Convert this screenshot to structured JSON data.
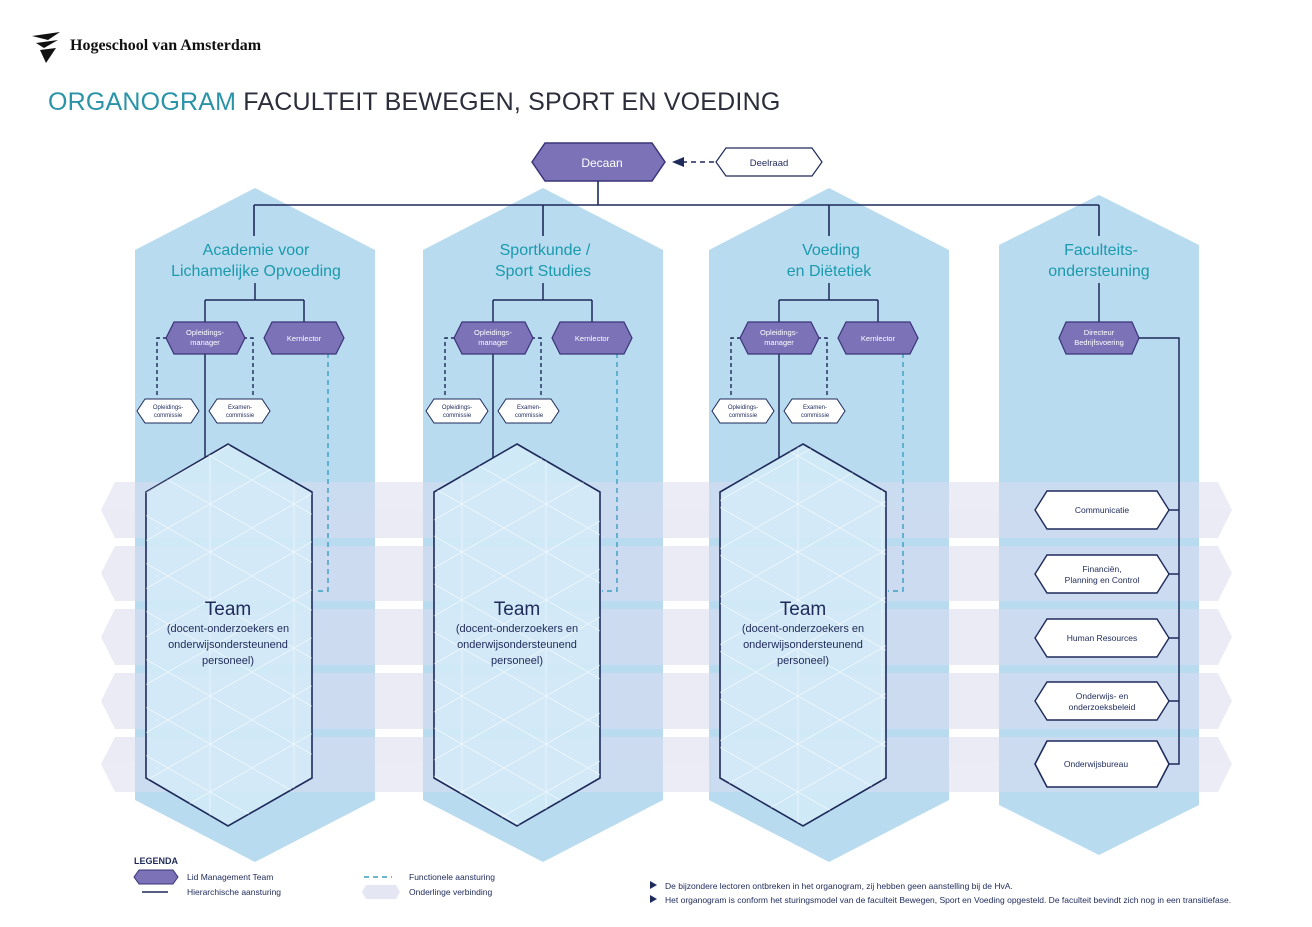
{
  "brand": {
    "name": "Hogeschool van Amsterdam"
  },
  "title": {
    "part1": "ORGANOGRAM",
    "part2": "FACULTEIT BEWEGEN, SPORT EN VOEDING"
  },
  "colors": {
    "accent_teal": "#2a93a8",
    "management": "#7b72b8",
    "column_blue": "#b9dbf0",
    "row_lavender": "#e4e6f3",
    "line_navy": "#1e2a5a",
    "dash_teal": "#3a9fc0"
  },
  "top": {
    "decaan": "Decaan",
    "deelraad": "Deelraad"
  },
  "departments": [
    {
      "title_line1": "Academie voor",
      "title_line2": "Lichamelijke Opvoeding",
      "manager_line1": "Opleidings-",
      "manager_line2": "manager",
      "lector": "Kernlector",
      "commissie1_line1": "Opleidings-",
      "commissie1_line2": "commissie",
      "commissie2_line1": "Examen-",
      "commissie2_line2": "commissie",
      "team_title": "Team",
      "team_line1": "(docent-onderzoekers en",
      "team_line2": "onderwijsondersteunend",
      "team_line3": "personeel)"
    },
    {
      "title_line1": "Sportkunde /",
      "title_line2": "Sport Studies",
      "manager_line1": "Opleidings-",
      "manager_line2": "manager",
      "lector": "Kernlector",
      "commissie1_line1": "Opleidings-",
      "commissie1_line2": "commissie",
      "commissie2_line1": "Examen-",
      "commissie2_line2": "commissie",
      "team_title": "Team",
      "team_line1": "(docent-onderzoekers en",
      "team_line2": "onderwijsondersteunend",
      "team_line3": "personeel)"
    },
    {
      "title_line1": "Voeding",
      "title_line2": "en Diëtetiek",
      "manager_line1": "Opleidings-",
      "manager_line2": "manager",
      "lector": "Kernlector",
      "commissie1_line1": "Opleidings-",
      "commissie1_line2": "commissie",
      "commissie2_line1": "Examen-",
      "commissie2_line2": "commissie",
      "team_title": "Team",
      "team_line1": "(docent-onderzoekers en",
      "team_line2": "onderwijsondersteunend",
      "team_line3": "personeel)"
    }
  ],
  "support": {
    "title_line1": "Faculteits-",
    "title_line2": "ondersteuning",
    "director_line1": "Directeur",
    "director_line2": "Bedrijfsvoering",
    "units": [
      {
        "line1": "Communicatie",
        "line2": ""
      },
      {
        "line1": "Financiën,",
        "line2": "Planning en Control"
      },
      {
        "line1": "Human Resources",
        "line2": ""
      },
      {
        "line1": "Onderwijs- en",
        "line2": "onderzoeksbeleid"
      },
      {
        "line1": "Onderwijsbureau",
        "line2": ""
      }
    ]
  },
  "legend": {
    "heading": "LEGENDA",
    "management": "Lid Management Team",
    "hierarchical": "Hierarchische aansturing",
    "functional": "Functionele aansturing",
    "mutual": "Onderlinge verbinding"
  },
  "notes": [
    "De bijzondere lectoren ontbreken in het organogram, zij hebben geen aanstelling bij de HvA.",
    "Het organogram is conform het sturingsmodel van de faculteit Bewegen, Sport en Voeding opgesteld. De faculteit bevindt zich nog in een transitiefase."
  ]
}
